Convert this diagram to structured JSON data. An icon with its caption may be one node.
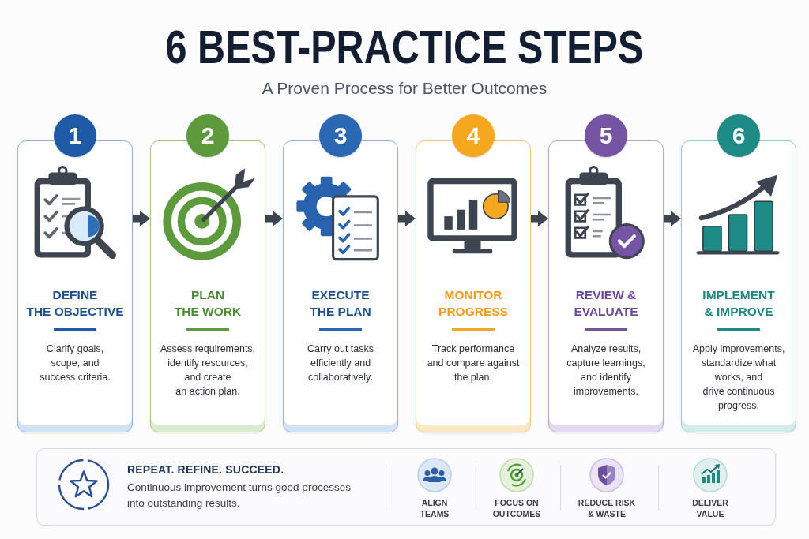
{
  "diagram": {
    "title": "6 BEST-PRACTICE STEPS",
    "nodes": [
      {
        "text": [
          "1"
        ]
      },
      {
        "text": [
          "DEFINE THE OBJECTIVE",
          "Clarify goals, scope, and success criteria."
        ]
      },
      {
        "text": [
          "2"
        ]
      },
      {
        "text": [
          "PLAN THE WORK",
          "Assess requirements, identify resources, and create an action plan."
        ]
      },
      {
        "text": [
          "3"
        ]
      },
      {
        "text": [
          "EXECUTE THE PLAN",
          "Carry out tasks efficiently and collaboratively."
        ]
      },
      {
        "text": [
          "4"
        ]
      },
      {
        "text": [
          "MONITOR PROGRESS",
          "Track performance and compare against the plan."
        ]
      },
      {
        "text": [
          "5"
        ]
      },
      {
        "text": [
          "REVIEW & EVALUATE",
          "Analyze results, capture learnings, and identify improvements."
        ]
      },
      {
        "text": [
          "6"
        ]
      },
      {
        "text": [
          "IMPLEMENT & IMPROVE",
          "Apply improvements, standardize what works, and drive continuous progress."
        ]
      },
      {
        "text": [
          "REPEAT. REFINE. SUCCEED.",
          "Continuous improvement turns good processes into outstanding results.",
          "ALIGN TEAMS",
          "FOCUS ON OUTCOMES",
          "REDUCE RISK & WASTE",
          "DELIVER VALUE"
        ]
      }
    ],
    "edges": [
      {
        "from": 1,
        "to": 3,
        "arrow": "to"
      },
      {
        "from": 3,
        "to": 5,
        "arrow": "to"
      },
      {
        "from": 5,
        "to": 7,
        "arrow": "to"
      },
      {
        "from": 7,
        "to": 9,
        "arrow": "to"
      },
      {
        "from": 9,
        "to": 11,
        "arrow": "to"
      }
    ],
    "labels": [
      "A Proven Process for Better Outcomes"
    ]
  }
}
